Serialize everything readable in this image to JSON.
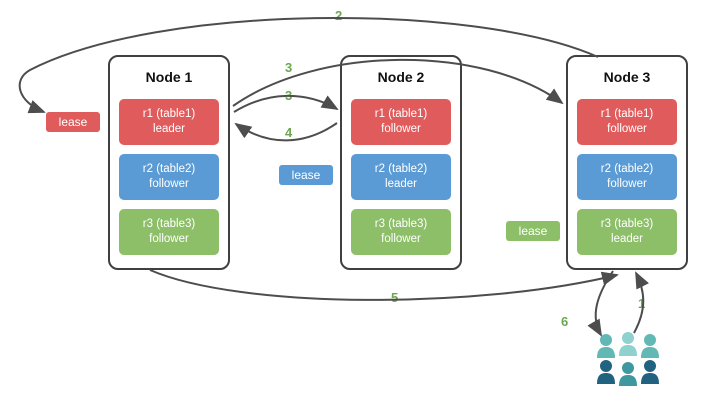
{
  "nodes": [
    {
      "title": "Node 1",
      "replicas": [
        {
          "name": "r1 (table1)",
          "role": "leader",
          "color": "#e05c5c"
        },
        {
          "name": "r2 (table2)",
          "role": "follower",
          "color": "#5b9bd5"
        },
        {
          "name": "r3 (table3)",
          "role": "follower",
          "color": "#8cbf68"
        }
      ]
    },
    {
      "title": "Node 2",
      "replicas": [
        {
          "name": "r1 (table1)",
          "role": "follower",
          "color": "#e05c5c"
        },
        {
          "name": "r2 (table2)",
          "role": "leader",
          "color": "#5b9bd5"
        },
        {
          "name": "r3 (table3)",
          "role": "follower",
          "color": "#8cbf68"
        }
      ]
    },
    {
      "title": "Node 3",
      "replicas": [
        {
          "name": "r1 (table1)",
          "role": "follower",
          "color": "#e05c5c"
        },
        {
          "name": "r2 (table2)",
          "role": "follower",
          "color": "#5b9bd5"
        },
        {
          "name": "r3 (table3)",
          "role": "leader",
          "color": "#8cbf68"
        }
      ]
    }
  ],
  "leases": [
    {
      "label": "lease",
      "color": "#e05c5c"
    },
    {
      "label": "lease",
      "color": "#5b9bd5"
    },
    {
      "label": "lease",
      "color": "#8cbf68"
    }
  ],
  "steps": {
    "s1": "1",
    "s2": "2",
    "s3a": "3",
    "s3b": "3",
    "s4": "4",
    "s5": "5",
    "s6": "6"
  },
  "icons": {
    "clients": "users-icon"
  },
  "colors": {
    "step_label": "#6aa84f",
    "arrow": "#4d4d4d",
    "node_border": "#404040",
    "users_teal": "#62b8b4",
    "users_light_teal": "#8fd1ce",
    "users_dark": "#226281"
  }
}
